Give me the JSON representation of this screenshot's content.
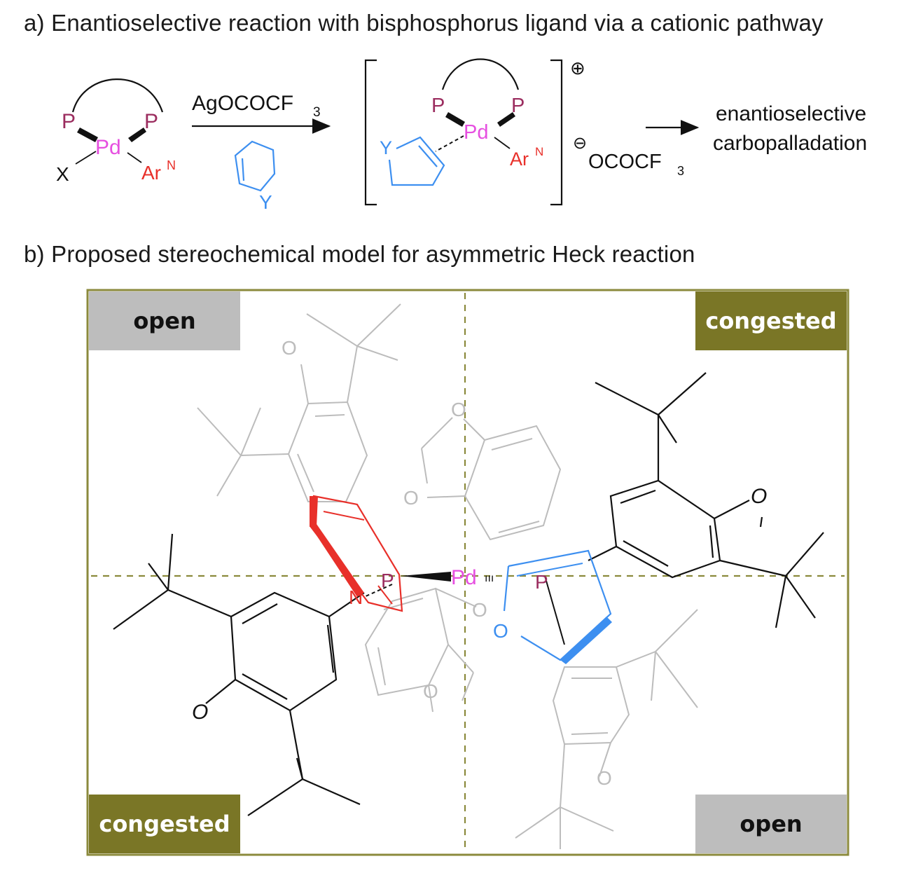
{
  "headings": {
    "a": "a) Enantioselective reaction with bisphosphorus ligand via a cationic pathway",
    "b": "b) Proposed stereochemical model for asymmetric Heck reaction"
  },
  "scheme_a": {
    "complex1": {
      "p1": "P",
      "p2": "P",
      "pd": "Pd",
      "x": "X",
      "ar": "Ar",
      "ar_sup": "N"
    },
    "reagent_top": "AgOCOCF",
    "reagent_sub": "3",
    "alkene_y": "Y",
    "intermediate": {
      "p1": "P",
      "p2": "P",
      "pd": "Pd",
      "ar": "Ar",
      "ar_sup": "N",
      "y": "Y",
      "charge": "⊕"
    },
    "counterion": {
      "charge": "⊖",
      "text": "OCOCF",
      "sub": "3"
    },
    "product_line1": "enantioselective",
    "product_line2": "carbopalladation"
  },
  "model_b": {
    "corners": {
      "top_left": "open",
      "top_right": "congested",
      "bottom_left": "congested",
      "bottom_right": "open"
    },
    "atoms": {
      "pd": "Pd",
      "pd_wedge": "ııı",
      "p_left": "P",
      "p_right": "P",
      "n": "N",
      "o_blue": "O",
      "o_grey1": "O",
      "o_grey2": "O",
      "o_grey3": "O",
      "o_grey4": "O",
      "o_grey5": "O",
      "o_grey6": "O",
      "o_black1": "O",
      "o_black2": "O"
    }
  },
  "colors": {
    "phosphorus": "#9b2d5f",
    "palladium": "#e64fe0",
    "aryl_n": "#e8302a",
    "alkene": "#3d8ff0",
    "box_border": "#8b8a3c",
    "congested_fill": "#7a7626",
    "open_fill": "#bdbdbd",
    "grey_ligand": "#bcbcbc"
  }
}
